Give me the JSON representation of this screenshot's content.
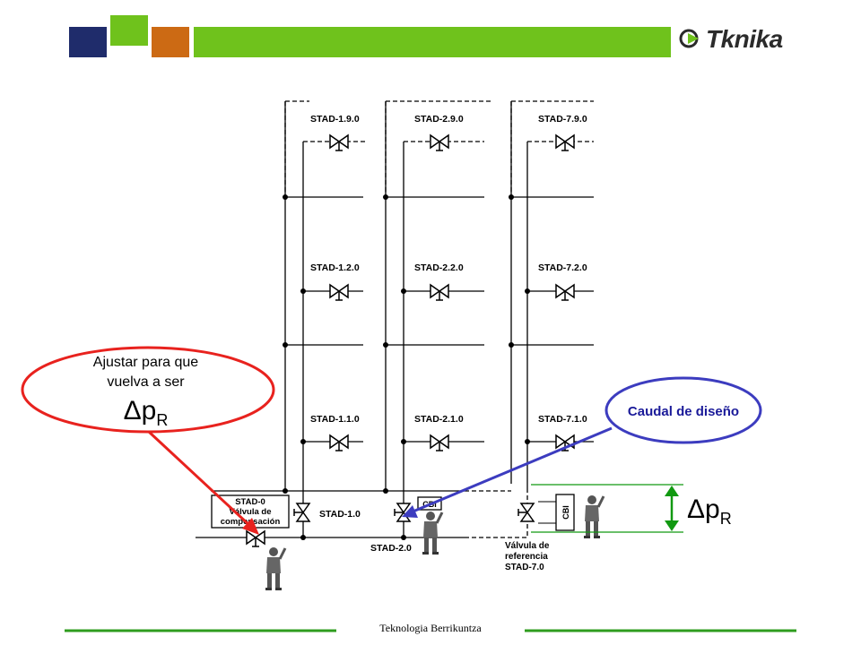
{
  "header": {
    "logo_text": "Tknika",
    "colors": {
      "navy": "#1f2c6b",
      "green": "#6fc21c",
      "orange": "#cc6a14",
      "bar_green": "#6fc21c"
    }
  },
  "diagram": {
    "valves_column1": [
      "STAD-1.9.0",
      "STAD-1.2.0",
      "STAD-1.1.0"
    ],
    "valves_column2": [
      "STAD-2.9.0",
      "STAD-2.2.0",
      "STAD-2.1.0"
    ],
    "valves_column3": [
      "STAD-7.9.0",
      "STAD-7.2.0",
      "STAD-7.1.0"
    ],
    "riser_valves": {
      "col1": "STAD-1.0",
      "col2": "STAD-2.0"
    },
    "compensation_box": {
      "line1": "STAD-0",
      "line2": "Válvula de",
      "line3": "compensación"
    },
    "reference_valve": {
      "line1": "Válvula de",
      "line2": "referencia",
      "line3": "STAD-7.0"
    },
    "cbi_label": "CBI"
  },
  "annotations": {
    "red_ellipse": {
      "line1": "Ajustar para que",
      "line2": "vuelva a ser",
      "delta": "Δp",
      "subscript": "R"
    },
    "blue_ellipse": {
      "text": "Caudal de diseño"
    },
    "right_delta": {
      "delta": "Δp",
      "subscript": "R"
    },
    "colors": {
      "red": "#e8221e",
      "blue": "#3c3cbf",
      "green": "#119911"
    }
  },
  "footer": {
    "text": "Teknologia Berrikuntza",
    "line_color": "#2e9c1e"
  }
}
